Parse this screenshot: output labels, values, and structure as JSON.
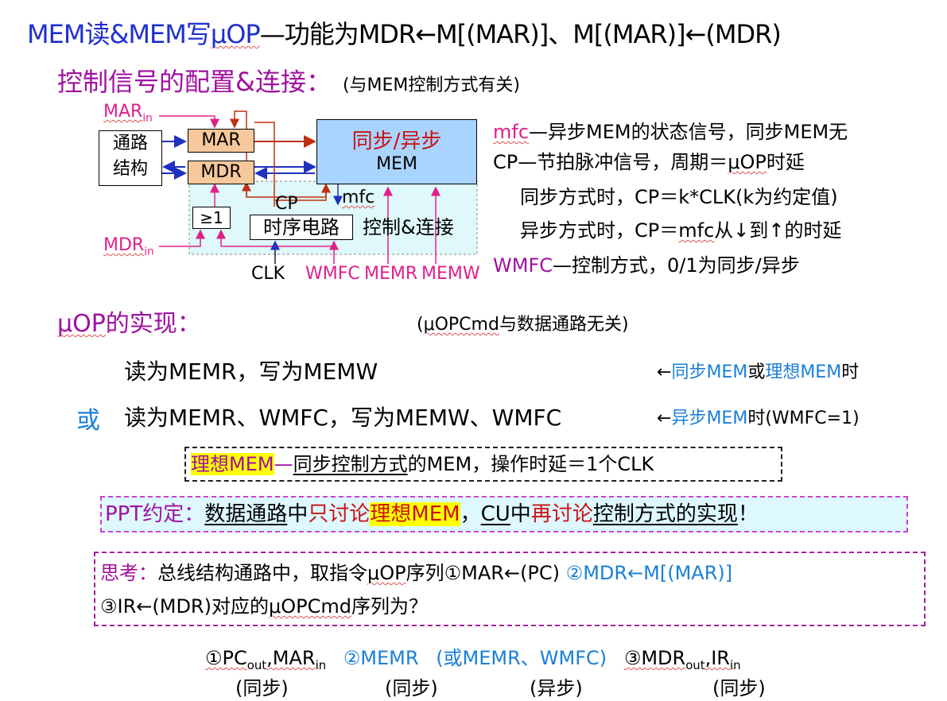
{
  "title": {
    "part1": "MEM读&MEM写",
    "part2": "μOP",
    "part3": "—功能为MDR←M[(MAR)]、M[(MAR)]←(MDR)"
  },
  "config": {
    "heading": "控制信号的配置&连接：",
    "note": "(与MEM控制方式有关)"
  },
  "diagram": {
    "mar_in": "MAR",
    "mar_in_sub": "in",
    "mdr_in": "MDR",
    "mdr_in_sub": "in",
    "path_struct": "通路\n结构",
    "mar": "MAR",
    "mdr": "MDR",
    "mem_top": "同步/异步",
    "mem_bottom": "MEM",
    "cp": "CP",
    "mfc": "mfc",
    "ge1": "≥1",
    "timing": "时序电路",
    "ctrl": "控制&连接",
    "clk": "CLK",
    "wmfc": "WMFC",
    "memr": "MEMR",
    "memw": "MEMW"
  },
  "notes": {
    "mfc_a": "mfc",
    "mfc_b": "—异步MEM的状态信号，同步MEM无",
    "cp_a": "CP—节拍脉冲信号，周期＝",
    "cp_b": "μOP",
    "cp_c": "时延",
    "sync": "同步方式时，CP＝k*CLK(k为约定值)",
    "async_a": "异步方式时，CP＝",
    "async_b": "mfc",
    "async_c": "从↓到↑的时延",
    "wmfc_a": "WMFC",
    "wmfc_b": "—控制方式，0/1为同步/异步"
  },
  "impl": {
    "heading_a": "μOP",
    "heading_b": "的实现：",
    "note_a": "(",
    "note_b": "μOPCmd",
    "note_c": "与数据通路无关)",
    "line1": "读为MEMR，写为MEMW",
    "line1_note_arrow": "←",
    "line1_note_a": "同步MEM",
    "line1_note_b": "或",
    "line1_note_c": "理想MEM",
    "line1_note_d": "时",
    "or": "或",
    "line2": "读为MEMR、WMFC，写为MEMW、WMFC",
    "line2_note_arrow": "←",
    "line2_note_a": "异步MEM",
    "line2_note_b": "时(WMFC=1)"
  },
  "ideal": {
    "a": "理想MEM",
    "b": "—",
    "c": "同步控制方式",
    "d": "的MEM，操作时延＝1个CLK"
  },
  "ppt": {
    "a": "PPT约定：",
    "b": "数据通路",
    "c": "中",
    "d": "只讨论",
    "e": "理想MEM",
    "f": "，",
    "g": "CU",
    "h": "中",
    "i": "再讨论",
    "j": "控制方式的实现",
    "k": "！"
  },
  "think": {
    "a": "思考：",
    "b": "总线结构通路中，取指令",
    "c": "μOP",
    "d": "序列①MAR←(PC)",
    "e": "②MDR←M[(MAR)]",
    "f": "③IR←(MDR)对应的",
    "g": "μOPCmd",
    "h": "序列为？"
  },
  "answer": {
    "a1": "①PC",
    "a1_sub": "out",
    "a2": ",MAR",
    "a2_sub": "in",
    "b": "②MEMR",
    "c": "(或MEMR、WMFC)",
    "d1": "③MDR",
    "d1_sub": "out",
    "d2": ",IR",
    "d2_sub": "in",
    "s1": "(同步)",
    "s2": "(同步)",
    "s3": "(异步)",
    "s4": "(同步)"
  }
}
